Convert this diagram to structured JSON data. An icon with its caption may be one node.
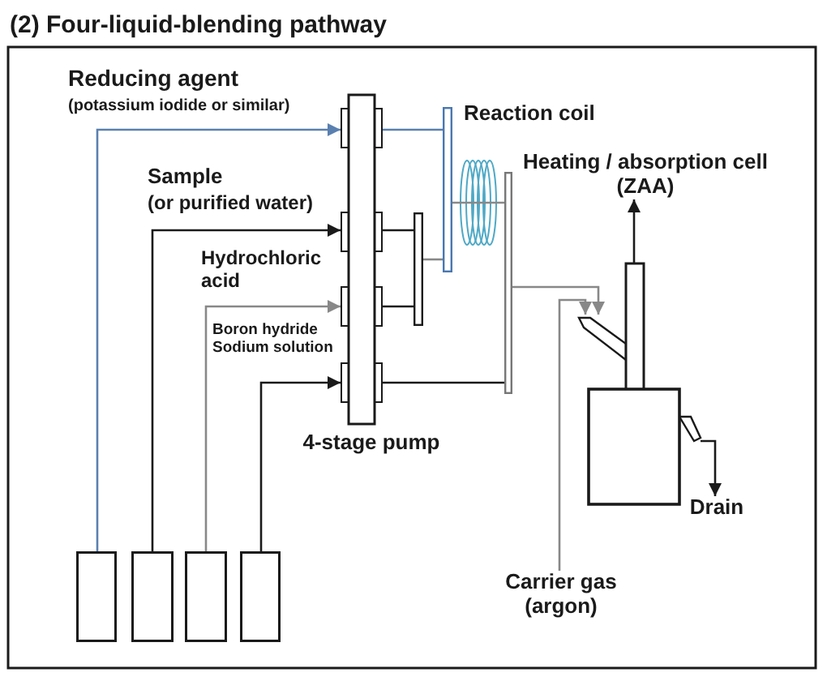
{
  "diagram": {
    "title": "(2) Four-liquid-blending pathway",
    "nodes": [
      {
        "text": [],
        "shape": "box"
      },
      {
        "text": [],
        "shape": "box"
      },
      {
        "text": [],
        "shape": "box"
      },
      {
        "text": [],
        "shape": "box"
      },
      {
        "text": [],
        "shape": "box",
        "beside": [
          "4-stage pump"
        ]
      },
      {
        "text": [],
        "shape": "bar",
        "beside": [
          "Reaction coil"
        ]
      },
      {
        "text": [],
        "shape": "bar"
      },
      {
        "text": [],
        "shape": "bar"
      },
      {
        "text": [],
        "shape": "box"
      },
      {
        "text": [
          "Heating / absorption cell (ZAA)"
        ]
      },
      {
        "text": [
          "Drain"
        ]
      },
      {
        "text": [
          "Carrier gas (argon)"
        ]
      }
    ],
    "edges": [
      {
        "from": 0,
        "to": 4,
        "arrow": "to",
        "color": "#5a80b0"
      },
      {
        "from": 1,
        "to": 4,
        "arrow": "to"
      },
      {
        "from": 2,
        "to": 4,
        "arrow": "to",
        "color": "#888888"
      },
      {
        "from": 3,
        "to": 4,
        "arrow": "to"
      },
      {
        "from": 4,
        "to": 5,
        "arrow": "none",
        "color": "#5a80b0"
      },
      {
        "from": 4,
        "to": 6,
        "arrow": "none"
      },
      {
        "from": 4,
        "to": 6,
        "arrow": "none"
      },
      {
        "from": 6,
        "to": 5,
        "arrow": "none",
        "color": "#888888"
      },
      {
        "from": 5,
        "to": 7,
        "arrow": "none",
        "color": "#888888"
      },
      {
        "from": 4,
        "to": 7,
        "arrow": "none"
      },
      {
        "from": 7,
        "to": 8,
        "arrow": "to",
        "color": "#888888"
      },
      {
        "from": 11,
        "to": 8,
        "arrow": "to",
        "color": "#888888"
      },
      {
        "from": 8,
        "to": 9,
        "arrow": "to"
      },
      {
        "from": 8,
        "to": 10,
        "arrow": "to"
      }
    ],
    "labels": [
      "Reducing agent",
      "(potassium iodide or similar)",
      "Sample",
      "(or purified water)",
      "Hydrochloric acid",
      "Boron hydride Sodium solution"
    ]
  }
}
